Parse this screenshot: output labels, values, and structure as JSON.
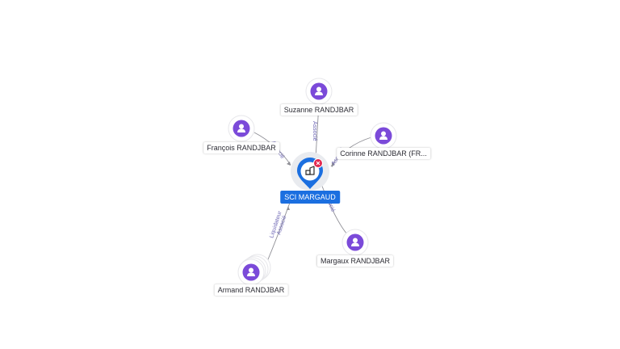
{
  "company": {
    "name": "SCI MARGAUD",
    "icon": "building-icon",
    "status_icon": "closed-x-icon",
    "color": "#1b6fe0",
    "status_color": "#e2264d"
  },
  "persons": [
    {
      "id": "suzanne",
      "name": "Suzanne RANDJBAR",
      "role": "Associé"
    },
    {
      "id": "francois",
      "name": "François RANDJBAR",
      "role": "Associé"
    },
    {
      "id": "corinne",
      "name": "Corinne RANDJBAR (FR...",
      "role": "Associé"
    },
    {
      "id": "margaux",
      "name": "Margaux RANDJBAR",
      "role": "Associé"
    },
    {
      "id": "armand",
      "name": "Armand RANDJBAR",
      "role_lines": [
        "Liquidateur",
        "Associé"
      ]
    }
  ],
  "colors": {
    "person": "#7b4ad9",
    "edge": "#8f8f96",
    "edge_label": "#6e67b5"
  }
}
